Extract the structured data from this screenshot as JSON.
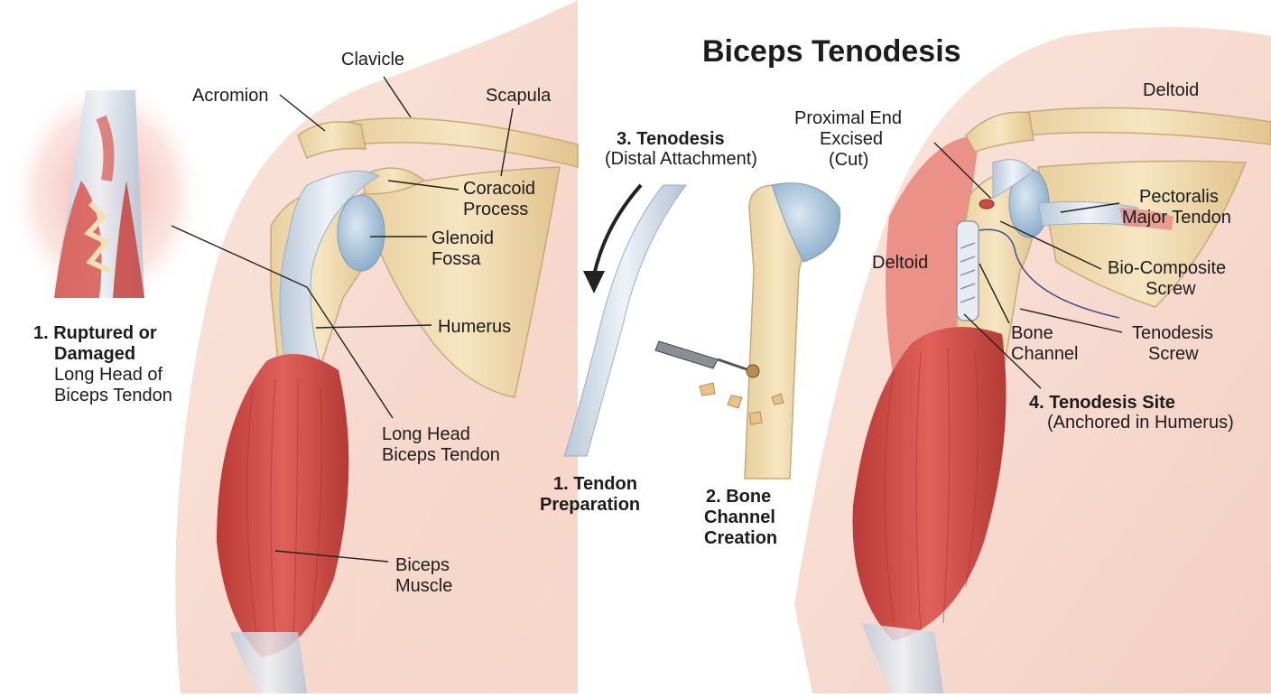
{
  "title": "Biceps Tenodesis",
  "labels": {
    "clavicle": "Clavicle",
    "acromion": "Acromion",
    "scapula": "Scapula",
    "coracoid": [
      "Coracoid",
      "Process"
    ],
    "glenoid": [
      "Glenoid",
      "Fossa"
    ],
    "humerus": "Humerus",
    "long_head": [
      "Long Head",
      "Biceps Tendon"
    ],
    "biceps_muscle": [
      "Biceps",
      "Muscle"
    ],
    "ruptured": [
      "1. Ruptured or",
      "Damaged",
      "Long Head of",
      "Biceps Tendon"
    ],
    "step_tenodesis": [
      "3. Tenodesis",
      "(Distal Attachment)"
    ],
    "step_prep": [
      "1. Tendon",
      "Preparation"
    ],
    "step_channel": [
      "2. Bone",
      "Channel",
      "Creation"
    ],
    "proximal": [
      "Proximal End",
      "Excised",
      "(Cut)"
    ],
    "deltoid_top": "Deltoid",
    "deltoid_mid": "Deltoid",
    "pectoralis": [
      "Pectoralis",
      "Major Tendon"
    ],
    "biocomposite": [
      "Bio-Composite",
      "Screw"
    ],
    "bone_channel": [
      "Bone",
      "Channel"
    ],
    "tenodesis_screw": [
      "Tenodesis",
      "Screw"
    ],
    "site": [
      "4. Tenodesis Site",
      "(Anchored in Humerus)"
    ]
  },
  "colors": {
    "skin": "#f8ddd2",
    "bone": "#f1dfb6",
    "muscle": "#d9564f",
    "tendon": "#dfe7f0",
    "cartilage": "#a9c4db"
  }
}
